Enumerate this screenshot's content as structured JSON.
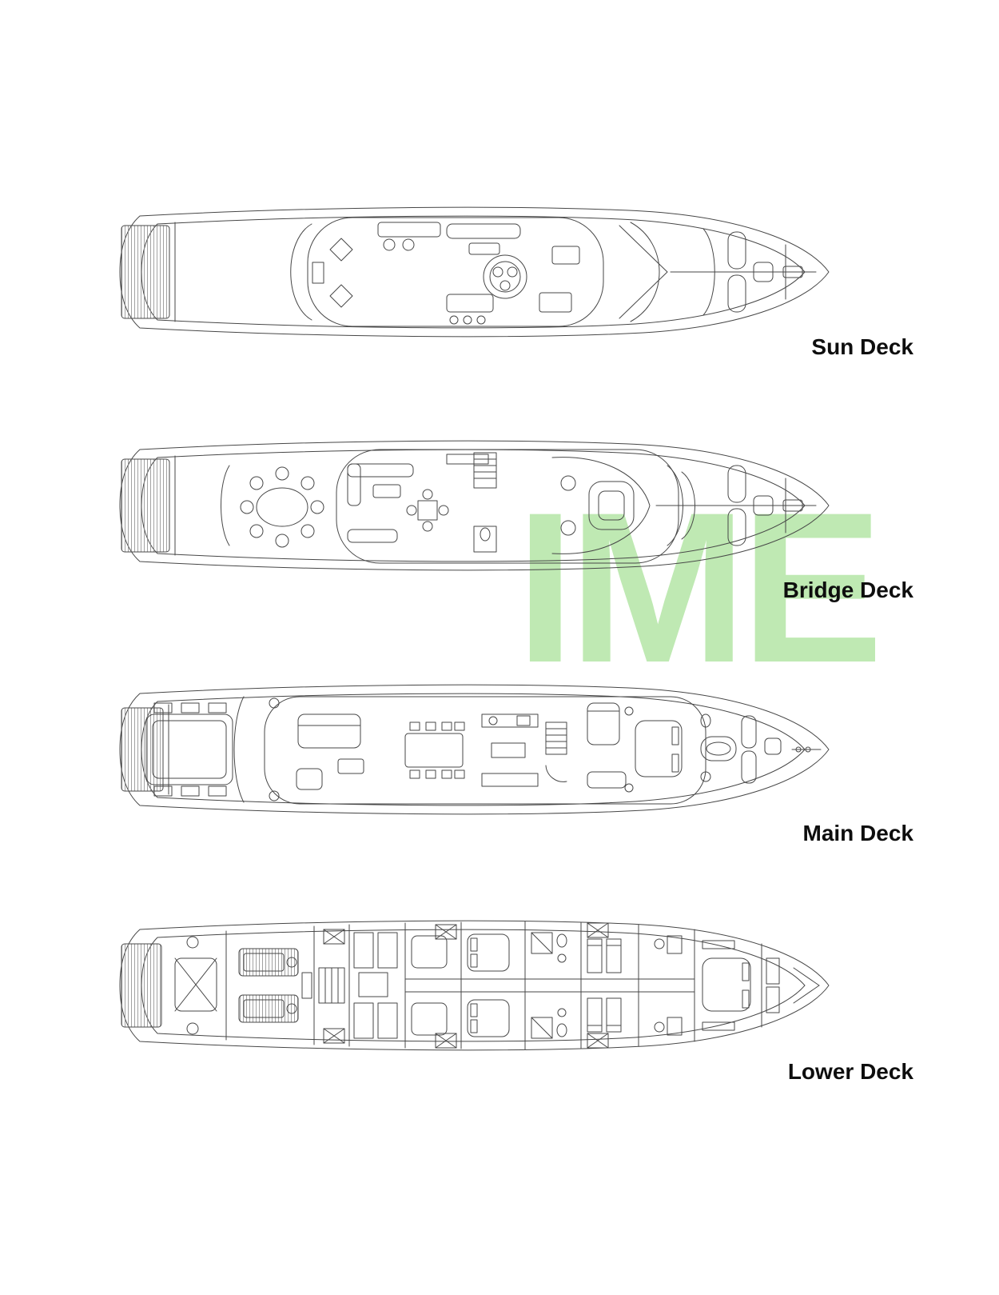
{
  "figure": {
    "type": "yacht-deck-plans",
    "background": "#ffffff",
    "line_color": "#474747",
    "label_color": "#0e0e0e"
  },
  "decks": [
    {
      "id": "sun-deck",
      "label": "Sun Deck"
    },
    {
      "id": "bridge-deck",
      "label": "Bridge Deck"
    },
    {
      "id": "main-deck",
      "label": "Main Deck"
    },
    {
      "id": "lower-deck",
      "label": "Lower Deck"
    }
  ],
  "watermark": {
    "text": "IME",
    "color": "#b5e6a6"
  }
}
